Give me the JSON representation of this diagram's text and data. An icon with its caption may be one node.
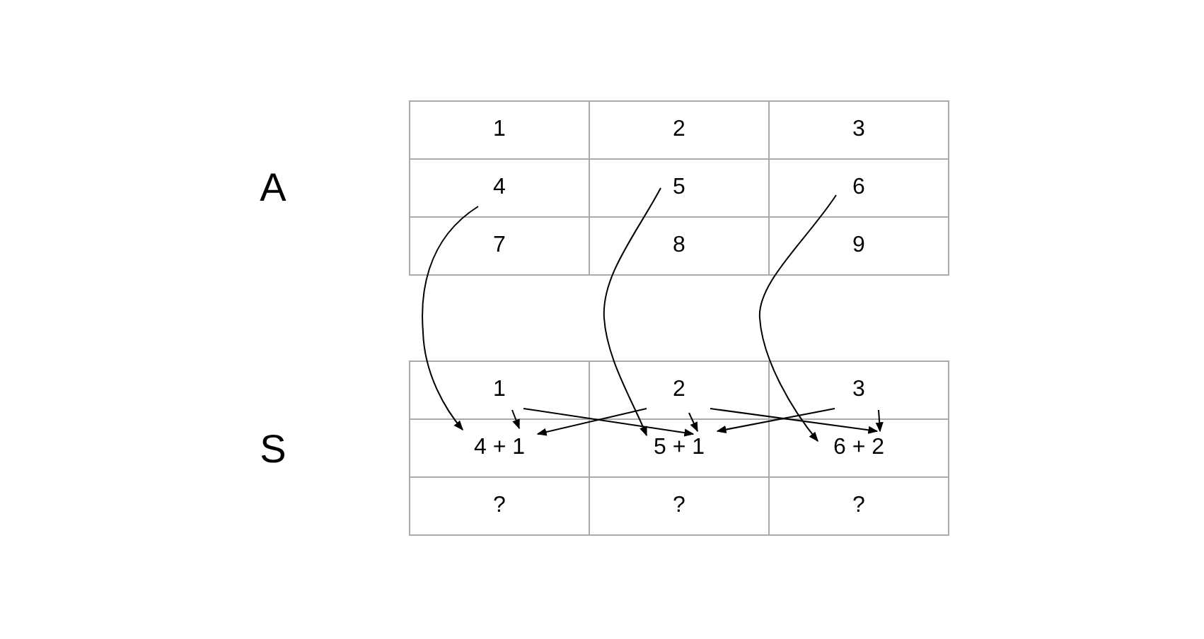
{
  "diagram": {
    "nodes": [
      {
        "text": [
          "1"
        ]
      },
      {
        "text": [
          "2"
        ]
      },
      {
        "text": [
          "3"
        ]
      },
      {
        "text": [
          "4"
        ]
      },
      {
        "text": [
          "5"
        ]
      },
      {
        "text": [
          "6"
        ]
      },
      {
        "text": [
          "7"
        ]
      },
      {
        "text": [
          "8"
        ]
      },
      {
        "text": [
          "9"
        ]
      },
      {
        "text": [
          "1"
        ]
      },
      {
        "text": [
          "2"
        ]
      },
      {
        "text": [
          "3"
        ]
      },
      {
        "text": [
          "4 + 1"
        ]
      },
      {
        "text": [
          "5 + 1"
        ]
      },
      {
        "text": [
          "6 + 2"
        ]
      },
      {
        "text": [
          "?"
        ]
      },
      {
        "text": [
          "?"
        ]
      },
      {
        "text": [
          "?"
        ]
      }
    ],
    "edges": [
      {
        "from": 3,
        "to": 12,
        "arrow": "to"
      },
      {
        "from": 4,
        "to": 13,
        "arrow": "to"
      },
      {
        "from": 5,
        "to": 14,
        "arrow": "to"
      },
      {
        "from": 9,
        "to": 12,
        "arrow": "to"
      },
      {
        "from": 9,
        "to": 13,
        "arrow": "to"
      },
      {
        "from": 10,
        "to": 12,
        "arrow": "to"
      },
      {
        "from": 10,
        "to": 13,
        "arrow": "to"
      },
      {
        "from": 10,
        "to": 14,
        "arrow": "to"
      },
      {
        "from": 11,
        "to": 13,
        "arrow": "to"
      },
      {
        "from": 11,
        "to": 14,
        "arrow": "to"
      }
    ],
    "labels": [
      "A",
      "S"
    ]
  }
}
